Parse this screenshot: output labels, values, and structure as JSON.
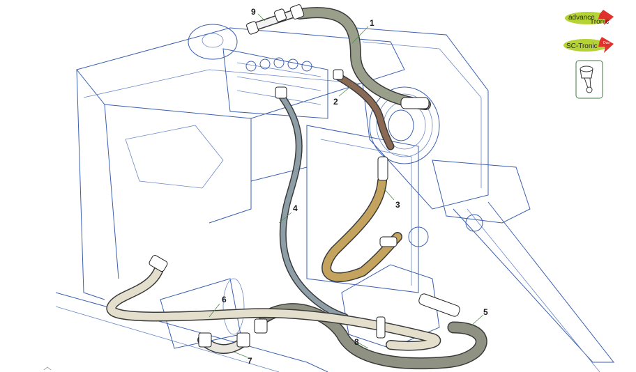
{
  "diagram": {
    "title": "Hydraulic hose layout",
    "callouts": [
      {
        "id": "1",
        "label": "1"
      },
      {
        "id": "2",
        "label": "2"
      },
      {
        "id": "3",
        "label": "3"
      },
      {
        "id": "4",
        "label": "4"
      },
      {
        "id": "5",
        "label": "5"
      },
      {
        "id": "6",
        "label": "6"
      },
      {
        "id": "7",
        "label": "7"
      },
      {
        "id": "8",
        "label": "8"
      },
      {
        "id": "9",
        "label": "9"
      }
    ],
    "hose_colors": {
      "hose1": "#9a9f8c",
      "hose2": "#8a6a55",
      "hose3": "#c4a35e",
      "hose4": "#8e9ea6",
      "hose5": "#8f9282",
      "hose6": "#e3dfcc",
      "line": "#3a5fb0"
    }
  },
  "badges": {
    "advance": {
      "main": "advance",
      "sub": "Tronic",
      "color": "#b5d334",
      "accent": "#e0322c"
    },
    "sctronic": {
      "main": "SC-Tronic",
      "sub": "Duo",
      "color": "#b5d334",
      "accent": "#e0322c"
    },
    "piston": {
      "icon": "piston-icon",
      "border": "#3f7a3f"
    }
  }
}
